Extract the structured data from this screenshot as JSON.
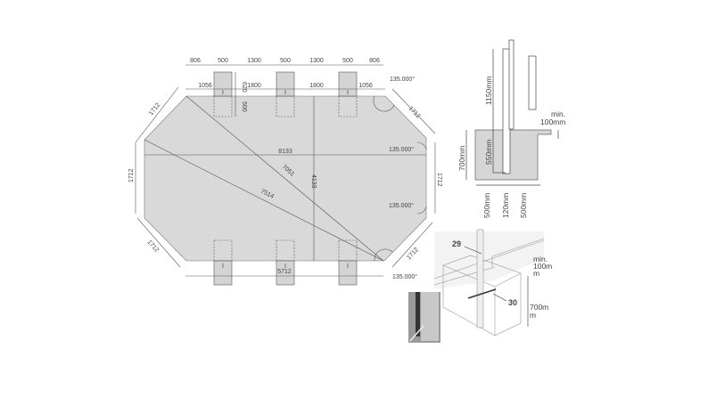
{
  "plan": {
    "top_dims": [
      "806",
      "500",
      "1300",
      "500",
      "1300",
      "500",
      "806"
    ],
    "second_dims": [
      "1056",
      "1800",
      "1800",
      "1056"
    ],
    "post_dims": [
      "620",
      "500"
    ],
    "length": "8133",
    "width": "4133",
    "diag1": "7051",
    "diag2": "7514",
    "bottom_length": "5712",
    "side": "1712",
    "angle": "135.000°",
    "post_mark": "I"
  },
  "section": {
    "above": "1150mm",
    "embed": "550mm",
    "depth": "700mm",
    "min": "min.",
    "min_value": "100mm",
    "w_left": "500mm",
    "w_post": "120mm",
    "w_right": "500mm"
  },
  "iso": {
    "label_a": "29",
    "label_b": "30",
    "min": "min.",
    "min_value": "100m",
    "min_value_wrap": "m",
    "depth": "700m",
    "depth_wrap": "m"
  }
}
